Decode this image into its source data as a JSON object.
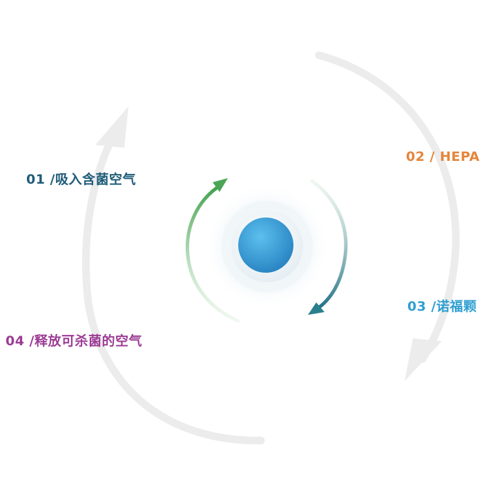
{
  "steps": [
    {
      "label": "01 /吸入含菌空气",
      "color": "#1f5c78"
    },
    {
      "label": "02 / HEPA",
      "color": "#e5853a"
    },
    {
      "label": "03 /诺福颗",
      "color": "#2e9fd2"
    },
    {
      "label": "04 /释放可杀菌的空气",
      "color": "#9c3c95"
    }
  ],
  "colors": {
    "outer_ring": "#ececec",
    "inner_green": "#4aa656",
    "inner_teal": "#2a7f8e",
    "core_blue": "#3aa0d8"
  }
}
